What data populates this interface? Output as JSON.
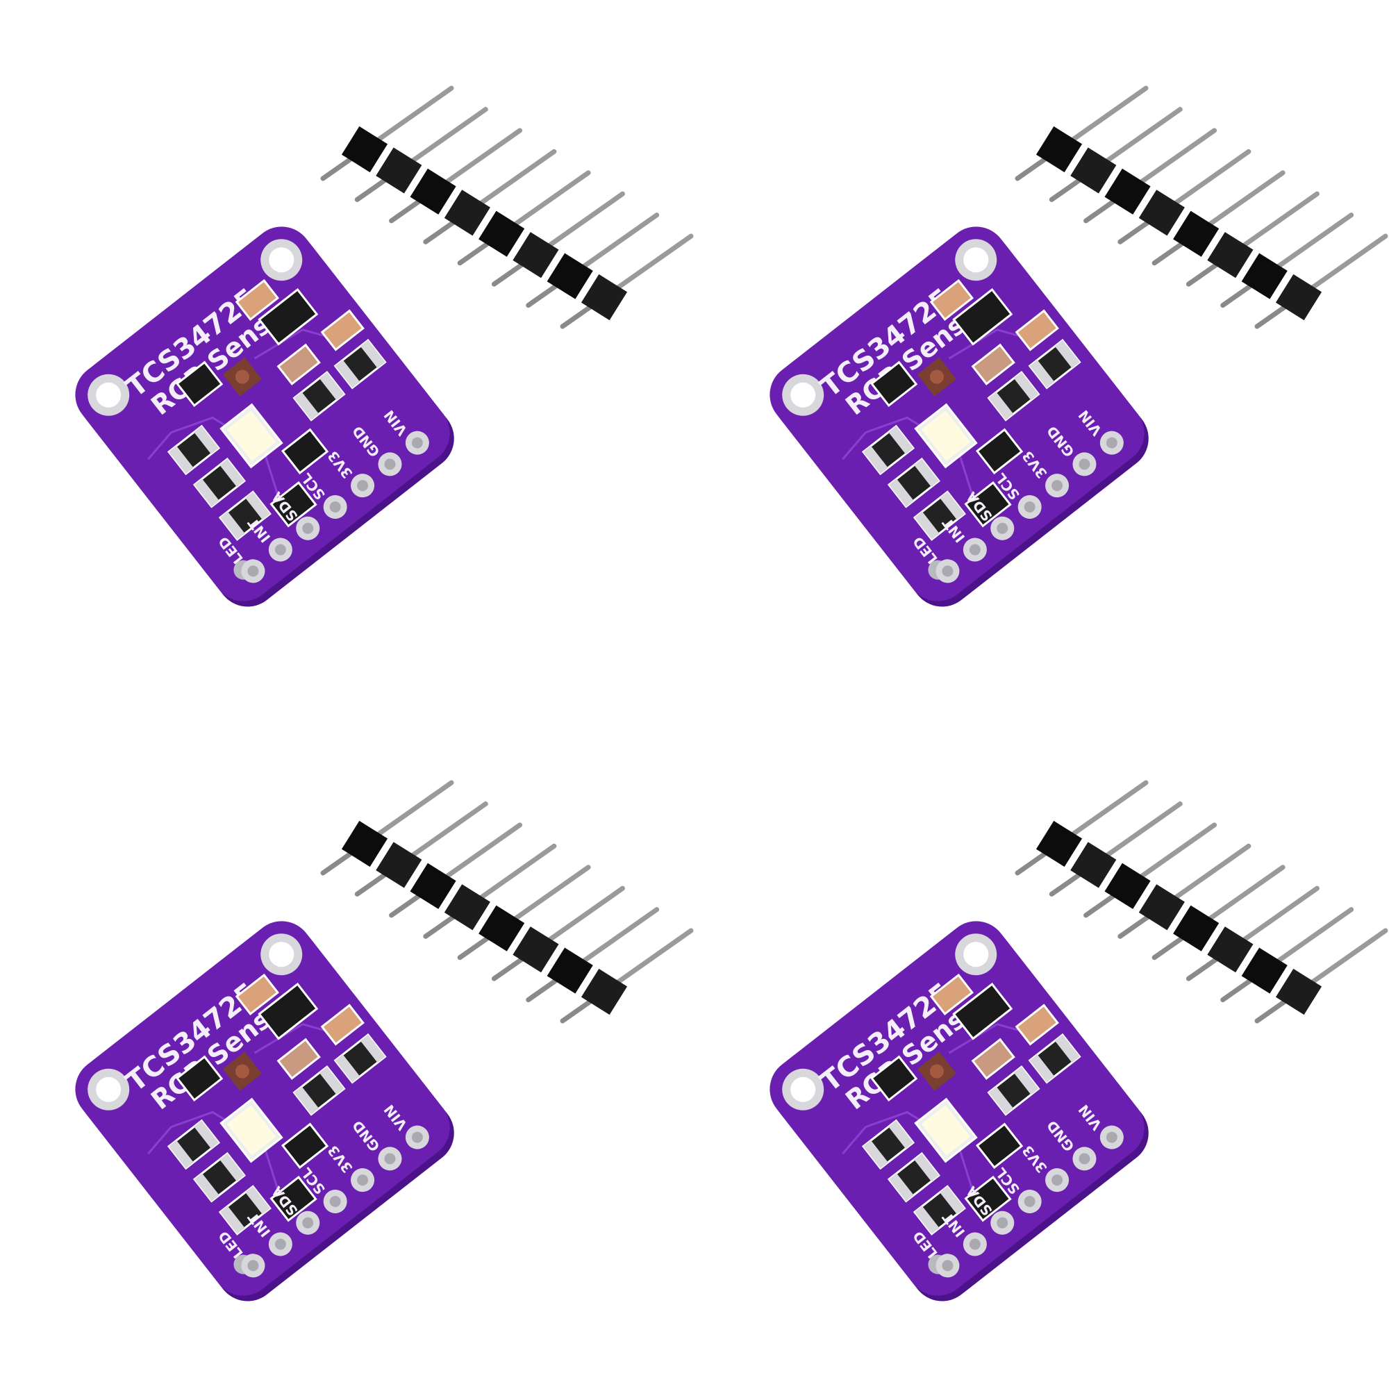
{
  "product": {
    "board_title": "TCS34725",
    "board_subtitle": "RGB Sensor",
    "pin_labels": [
      "LED",
      "INT",
      "SDA",
      "SCL",
      "3V3",
      "GND",
      "VIN"
    ],
    "header_pin_count": 8,
    "module_count": 4
  },
  "colors": {
    "pcb": "#6a1fb0",
    "pcb_edge": "#4c128a",
    "silkscreen": "#f4eefa",
    "pad": "#d8d8dc",
    "header_plastic": "#111111",
    "pin_metal": "#9a9a9a",
    "led": "#fffbe0",
    "capacitor": "#d9a27a"
  }
}
